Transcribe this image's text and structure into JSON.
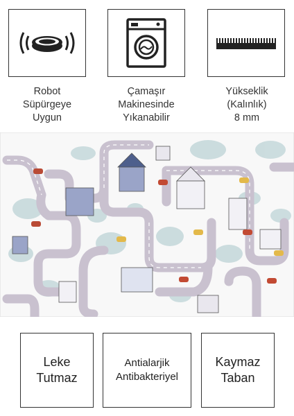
{
  "icons": [
    {
      "name": "robot-vacuum-icon",
      "caption": [
        "Robot",
        "Süpürgeye",
        "Uygun"
      ]
    },
    {
      "name": "washing-machine-icon",
      "caption": [
        "Çamaşır",
        "Makinesinde",
        "Yıkanabilir"
      ]
    },
    {
      "name": "pile-height-icon",
      "caption": [
        "Yükseklik",
        "(Kalınlık)",
        "8 mm"
      ]
    }
  ],
  "features": [
    {
      "lines": [
        "Leke",
        "Tutmaz"
      ]
    },
    {
      "lines": [
        "Antialarjik",
        "Antibakteriyel"
      ]
    },
    {
      "lines": [
        "Kaymaz",
        "Taban"
      ]
    }
  ],
  "colors": {
    "border": "#333333",
    "road": "#c9c1cf",
    "rug_bg": "#f8f8f8"
  }
}
